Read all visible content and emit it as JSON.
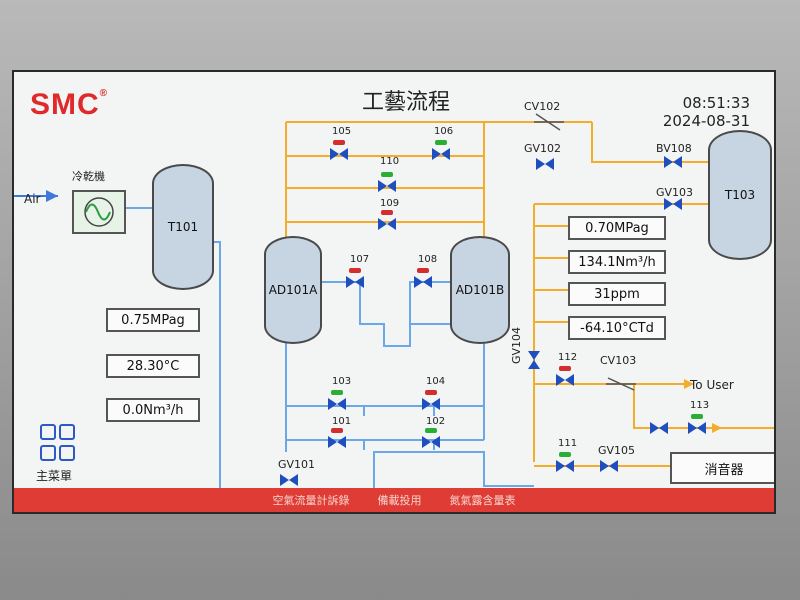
{
  "header": {
    "brand": "SMC",
    "title": "工藝流程",
    "time": "08:51:33",
    "date": "2024-08-31"
  },
  "labels": {
    "air": "Air",
    "dryer": "冷乾機",
    "t101": "T101",
    "t103": "T103",
    "ad101a": "AD101A",
    "ad101b": "AD101B",
    "to_user": "To User",
    "muffler": "消音器",
    "gv101": "GV101",
    "gv102": "GV102",
    "gv103": "GV103",
    "gv104": "GV104",
    "gv105": "GV105",
    "bv108": "BV108",
    "cv102": "CV102",
    "cv103": "CV103"
  },
  "readings": {
    "left_pressure": "0.75MPag",
    "left_temp": "28.30°C",
    "left_flow": "0.0Nm³/h",
    "right_pressure": "0.70MPag",
    "right_flow": "134.1Nm³/h",
    "right_ppm": "31ppm",
    "right_dewpoint": "-64.10°CTd"
  },
  "valves": {
    "v101": "101",
    "v102": "102",
    "v103": "103",
    "v104": "104",
    "v105": "105",
    "v106": "106",
    "v107": "107",
    "v108": "108",
    "v109": "109",
    "v110": "110",
    "v111": "111",
    "v112": "112",
    "v113": "113"
  },
  "menu": {
    "main_menu": "主菜單"
  },
  "footer": {
    "item1": "空氣流量計訴錄",
    "item2": "備載投用",
    "item3": "氮氣露含量表"
  },
  "colors": {
    "valve_red": "#d52d2d",
    "valve_green": "#2bae36",
    "pipe_blue": "#6aa8e8",
    "pipe_orange": "#f3ad2a",
    "footer_red": "#de3c34"
  }
}
